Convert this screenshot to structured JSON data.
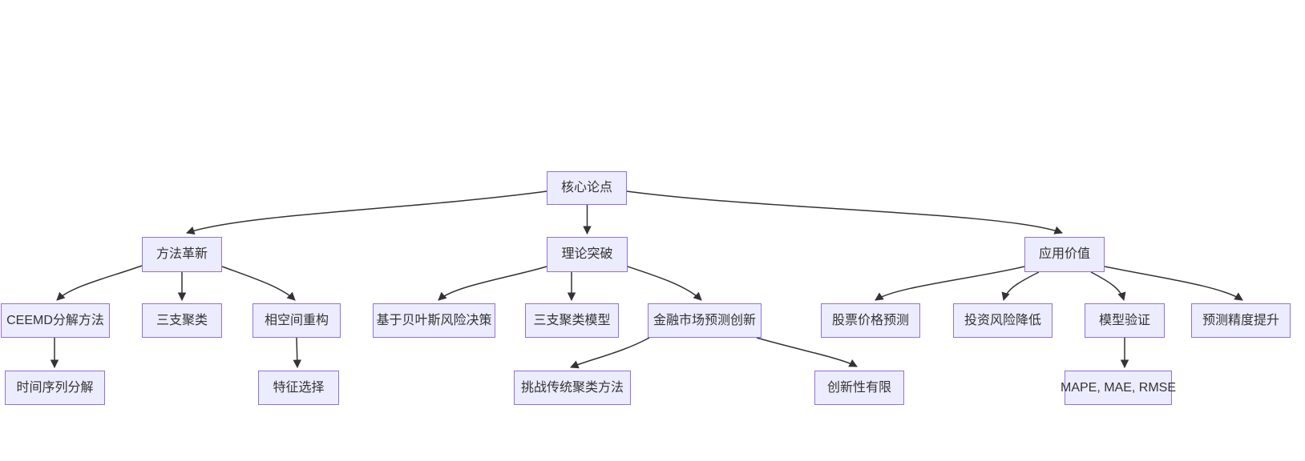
{
  "diagram": {
    "type": "flowchart",
    "direction": "top-down",
    "colors": {
      "background": "#ffffff",
      "node_fill": "#ECECFF",
      "node_border": "#9370DB",
      "edge": "#333333",
      "text": "#333333"
    },
    "nodes": {
      "core": {
        "label": "核心论点"
      },
      "method": {
        "label": "方法革新"
      },
      "theory": {
        "label": "理论突破"
      },
      "application": {
        "label": "应用价值"
      },
      "ceemd": {
        "label": "CEEMD分解方法"
      },
      "threeway": {
        "label": "三支聚类"
      },
      "phase": {
        "label": "相空间重构"
      },
      "bayes": {
        "label": "基于贝叶斯风险决策"
      },
      "twcmodel": {
        "label": "三支聚类模型"
      },
      "finance": {
        "label": "金融市场预测创新"
      },
      "stock": {
        "label": "股票价格预测"
      },
      "risk": {
        "label": "投资风险降低"
      },
      "validation": {
        "label": "模型验证"
      },
      "accuracy": {
        "label": "预测精度提升"
      },
      "timeseries": {
        "label": "时间序列分解"
      },
      "feature": {
        "label": "特征选择"
      },
      "challenge": {
        "label": "挑战传统聚类方法"
      },
      "limited": {
        "label": "创新性有限"
      },
      "metrics": {
        "label": "MAPE, MAE, RMSE"
      }
    },
    "edges": [
      {
        "from": "core",
        "to": "method"
      },
      {
        "from": "core",
        "to": "theory"
      },
      {
        "from": "core",
        "to": "application"
      },
      {
        "from": "method",
        "to": "ceemd"
      },
      {
        "from": "method",
        "to": "threeway"
      },
      {
        "from": "method",
        "to": "phase"
      },
      {
        "from": "theory",
        "to": "bayes"
      },
      {
        "from": "theory",
        "to": "twcmodel"
      },
      {
        "from": "theory",
        "to": "finance"
      },
      {
        "from": "application",
        "to": "stock"
      },
      {
        "from": "application",
        "to": "risk"
      },
      {
        "from": "application",
        "to": "validation"
      },
      {
        "from": "application",
        "to": "accuracy"
      },
      {
        "from": "ceemd",
        "to": "timeseries"
      },
      {
        "from": "phase",
        "to": "feature"
      },
      {
        "from": "finance",
        "to": "challenge"
      },
      {
        "from": "finance",
        "to": "limited"
      },
      {
        "from": "validation",
        "to": "metrics"
      }
    ]
  }
}
